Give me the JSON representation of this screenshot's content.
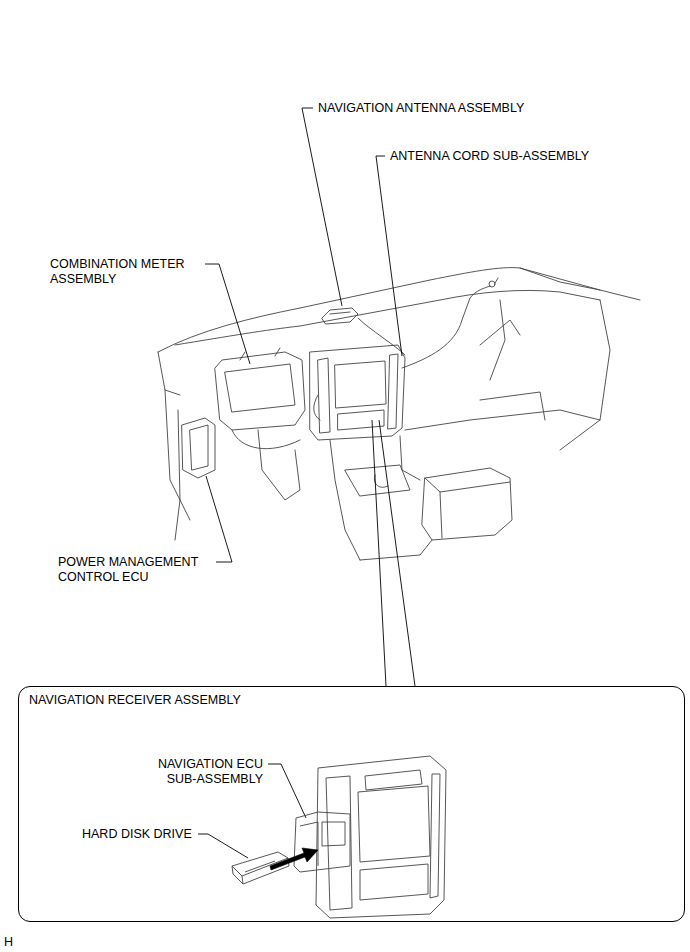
{
  "diagram": {
    "nodes": [
      {
        "text": [
          "NAVIGATION RECEIVER ASSEMBLY"
        ]
      }
    ],
    "labels": [
      "NAVIGATION ANTENNA ASSEMBLY",
      "ANTENNA CORD SUB-ASSEMBLY",
      "COMBINATION METER ASSEMBLY",
      "POWER MANAGEMENT CONTROL ECU",
      "NAVIGATION ECU SUB-ASSEMBLY",
      "HARD DISK DRIVE",
      "H"
    ]
  }
}
